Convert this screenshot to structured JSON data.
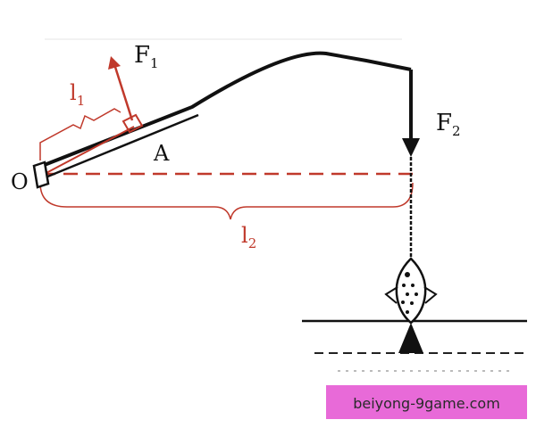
{
  "labels": {
    "pivot": "O",
    "point_a": "A",
    "force_1": {
      "base": "F",
      "sub": "1"
    },
    "force_2": {
      "base": "F",
      "sub": "2"
    },
    "arm_1": {
      "base": "l",
      "sub": "1"
    },
    "arm_2": {
      "base": "l",
      "sub": "2"
    }
  },
  "watermark": {
    "text": "beiyong-9game.com"
  },
  "colors": {
    "rod": "#111111",
    "arm": "#c0392b",
    "watermark_bg": "#e86ad8"
  }
}
